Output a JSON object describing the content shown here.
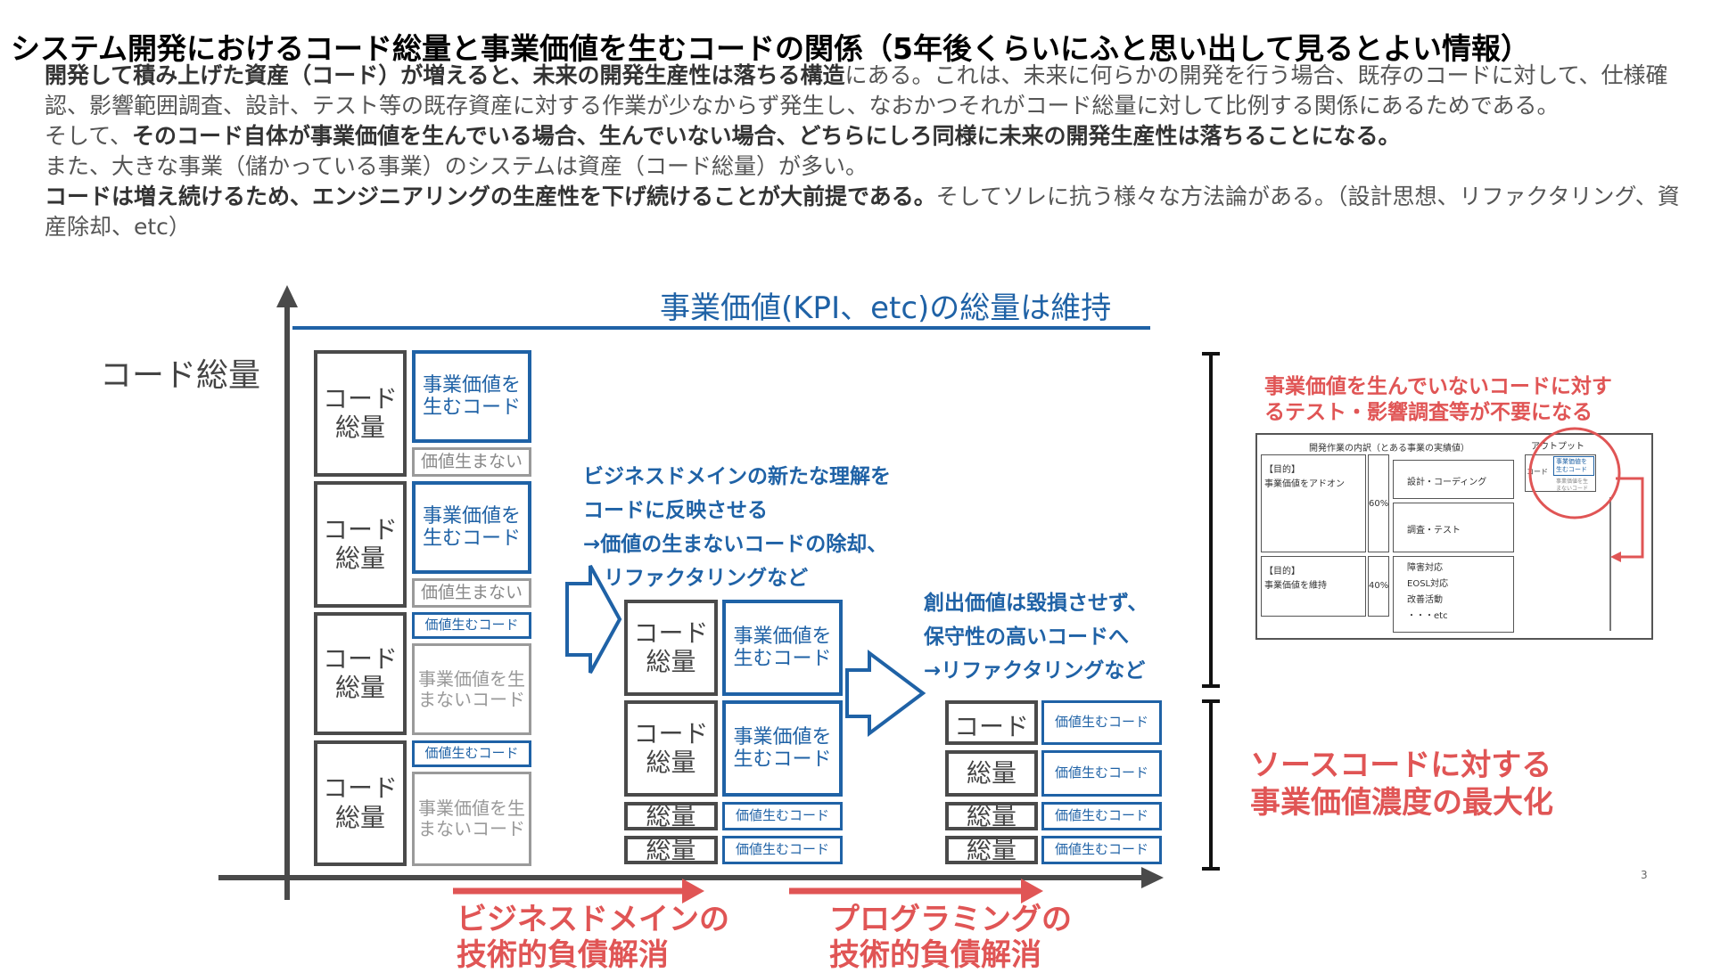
{
  "title": "システム開発におけるコード総量と事業価値を生むコードの関係（5年後くらいにふと思い出して見るとよい情報）",
  "body": {
    "p1_bold": "開発して積み上げた資産（コード）が増えると、未来の開発生産性は落ちる構造",
    "p1_rest": "にある。これは、未来に何らかの開発を行う場合、既存のコードに対して、仕様確認、影響範囲調査、設計、テスト等の既存資産に対する作業が少なからず発生し、なおかつそれがコード総量に対して比例する関係にあるためである。",
    "p2_pre": "そして、",
    "p2_bold": "そのコード自体が事業価値を生んでいる場合、生んでいない場合、どちらにしろ同様に未来の開発生産性は落ちることになる。",
    "p3": "また、大きな事業（儲かっている事業）のシステムは資産（コード総量）が多い。",
    "p4_bold": "コードは増え続けるため、エンジニアリングの生産性を下げ続けることが大前提である。",
    "p4_rest": "そしてソレに抗う様々な方法論がある。（設計思想、リファクタリング、資産除却、etc）"
  },
  "diagram": {
    "y_axis_label": "コード総量",
    "kpi_label": "事業価値(KPI、etc)の総量は維持",
    "code_total": "コード総量",
    "code_total_a": "コード",
    "code_total_b": "総量",
    "value_code": "事業価値を生むコード",
    "value_code_a": "事業価値を",
    "value_code_b": "生むコード",
    "no_value_short": "価値生まない",
    "value_short": "価値生むコード",
    "no_value_code_a": "事業価値を生",
    "no_value_code_b": "まないコード",
    "note1": [
      "ビジネスドメインの新たな理解を",
      "コードに反映させる",
      "→価値の生まないコードの除却、",
      "　リファクタリングなど"
    ],
    "note2": [
      "創出価値は毀損させず、",
      "保守性の高いコードへ",
      "→リファクタリングなど"
    ],
    "bottom_label1": [
      "ビジネスドメインの",
      "技術的負債解消"
    ],
    "bottom_label2": [
      "プログラミングの",
      "技術的負債解消"
    ],
    "right_note_top": [
      "事業価値を生んでいないコードに対す",
      "るテスト・影響調査等が不要になる"
    ],
    "right_note_bottom": [
      "ソースコードに対する",
      "事業価値濃度の最大化"
    ],
    "page_mark": "3"
  },
  "mini_table": {
    "header": "開発作業の内訳（とある事業の実績値）",
    "output": "アウトプット",
    "row1_purpose": "【目的】",
    "row1_goal": "事業価値をアドオン",
    "row1_pct": "60%",
    "row1_task1": "設計・コーディング",
    "row1_task2": "調査・テスト",
    "row2_purpose": "【目的】",
    "row2_goal": "事業価値を維持",
    "row2_pct": "40%",
    "row2_tasks": [
      "障害対応",
      "EOSL対応",
      "改善活動",
      "・・・etc"
    ],
    "code": "コード",
    "value_code_a": "事業価値を",
    "value_code_b": "生むコード",
    "no_value_a": "事業価値を生",
    "no_value_b": "まないコード"
  },
  "colors": {
    "blue": "#1f62a6",
    "red": "#e05555",
    "gray": "#4a4a4a"
  }
}
